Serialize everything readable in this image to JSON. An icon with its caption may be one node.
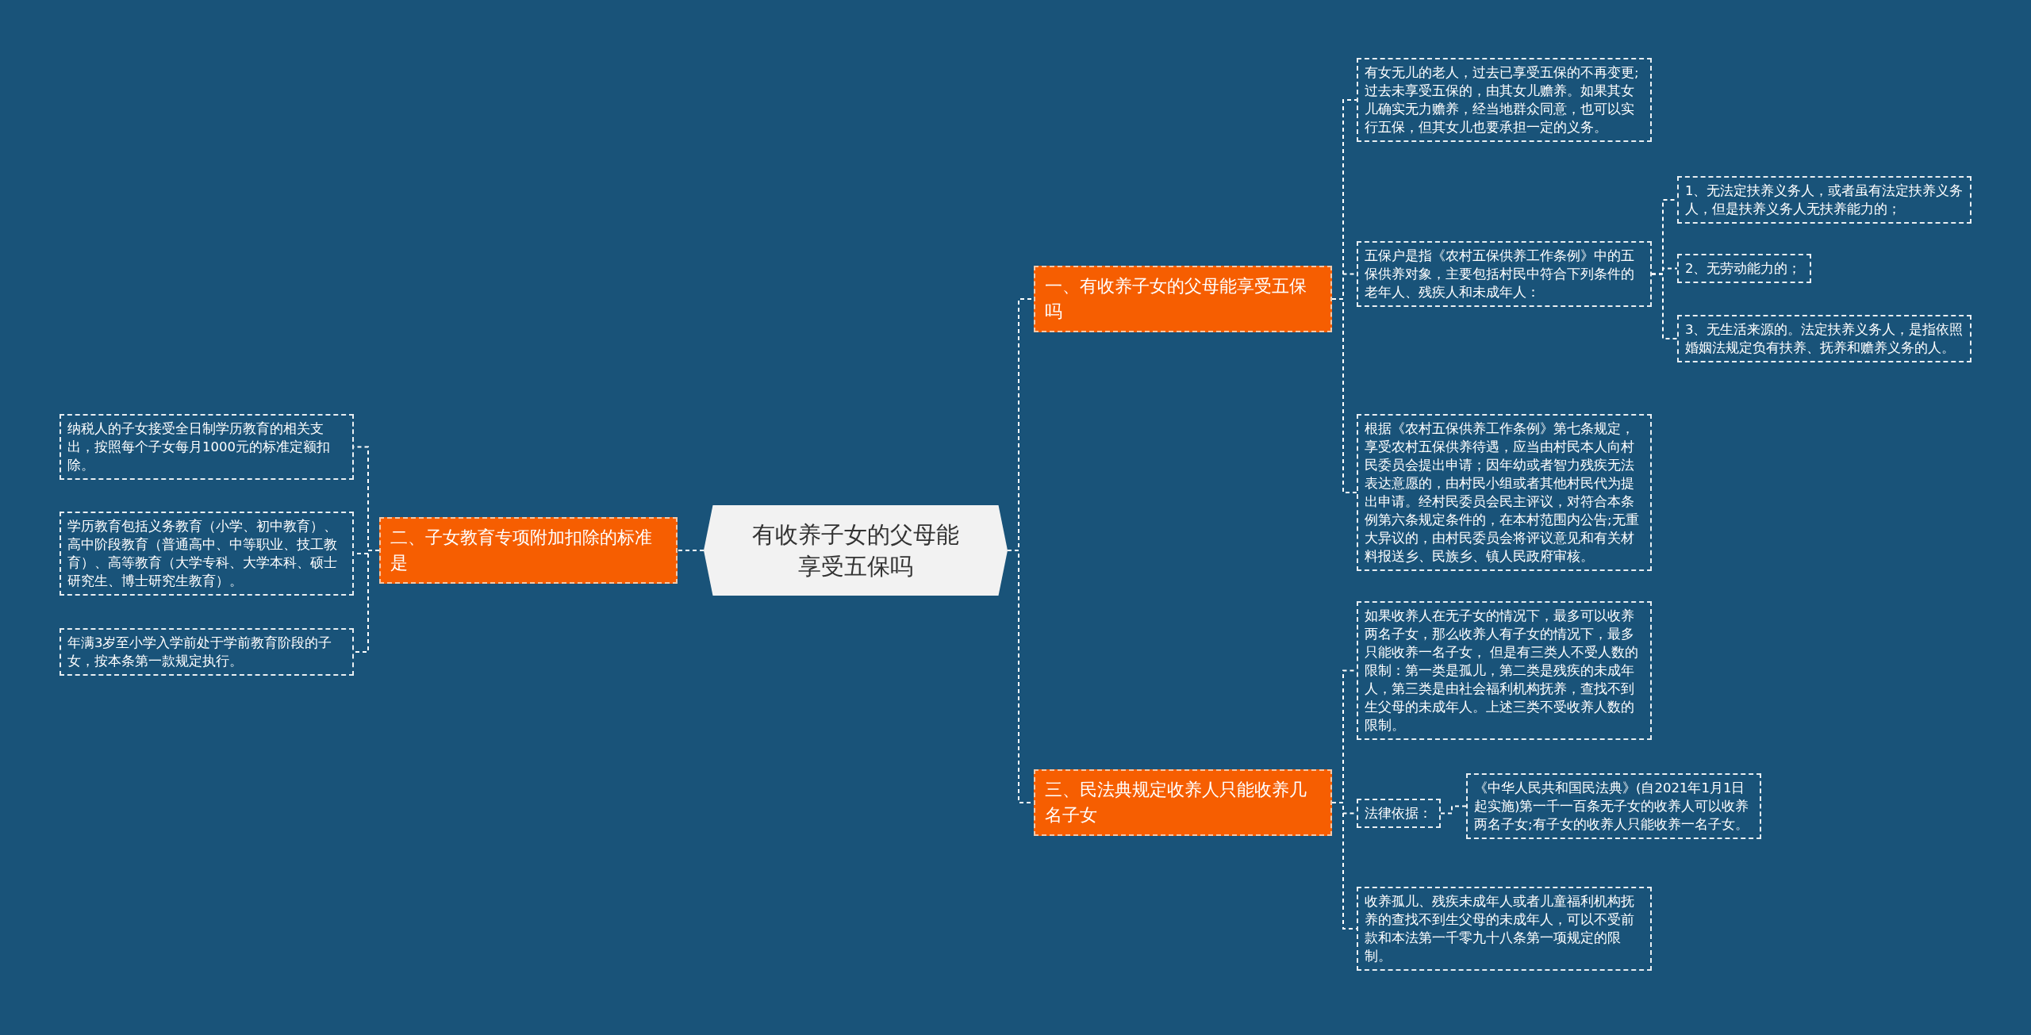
{
  "diagram": {
    "nodes": [
      {
        "text": [
          "有收养子女的父母能享受五保吗"
        ]
      },
      {
        "text": [
          "一、有收养子女的父母能享受五保吗"
        ]
      },
      {
        "text": [
          "二、子女教育专项附加扣除的标准是"
        ]
      },
      {
        "text": [
          "三、民法典规定收养人只能收养几名子女"
        ]
      },
      {
        "text": [
          "有女无儿的老人，过去已享受五保的不再变更;过去未享受五保的，由其女儿赡养。如果其女儿确实无力赡养，经当地群众同意，也可以实行五保，但其女儿也要承担一定的义务。"
        ]
      },
      {
        "text": [
          "五保户是指《农村五保供养工作条例》中的五保供养对象，主要包括村民中符合下列条件的老年人、残疾人和未成年人："
        ]
      },
      {
        "text": [
          "1、无法定扶养义务人，或者虽有法定扶养义务人，但是扶养义务人无扶养能力的；"
        ]
      },
      {
        "text": [
          "2、无劳动能力的；"
        ]
      },
      {
        "text": [
          "3、无生活来源的。法定扶养义务人，是指依照婚姻法规定负有扶养、抚养和赡养义务的人。"
        ]
      },
      {
        "text": [
          "根据《农村五保供养工作条例》第七条规定，享受农村五保供养待遇，应当由村民本人向村民委员会提出申请；因年幼或者智力残疾无法表达意愿的，由村民小组或者其他村民代为提出申请。经村民委员会民主评议，对符合本条例第六条规定条件的，在本村范围内公告;无重大异议的，由村民委员会将评议意见和有关材料报送乡、民族乡、镇人民政府审核。"
        ]
      },
      {
        "text": [
          "如果收养人在无子女的情况下，最多可以收养两名子女，那么收养人有子女的情况下，最多只能收养一名子女， 但是有三类人不受人数的限制：第一类是孤儿，第二类是残疾的未成年人，第三类是由社会福利机构抚养，查找不到生父母的未成年人。上述三类不受收养人数的限制。"
        ]
      },
      {
        "text": [
          "法律依据："
        ]
      },
      {
        "text": [
          "《中华人民共和国民法典》(自2021年1月1日起实施)第一千一百条无子女的收养人可以收养两名子女;有子女的收养人只能收养一名子女。"
        ]
      },
      {
        "text": [
          "收养孤儿、残疾未成年人或者儿童福利机构抚养的查找不到生父母的未成年人，可以不受前款和本法第一千零九十八条第一项规定的限制。"
        ]
      },
      {
        "text": [
          "纳税人的子女接受全日制学历教育的相关支出，按照每个子女每月1000元的标准定额扣除。"
        ]
      },
      {
        "text": [
          "学历教育包括义务教育（小学、初中教育）、高中阶段教育（普通高中、中等职业、技工教育）、高等教育（大学专科、大学本科、硕士研究生、博士研究生教育）。"
        ]
      },
      {
        "text": [
          "年满3岁至小学入学前处于学前教育阶段的子女，按本条第一款规定执行。"
        ]
      }
    ],
    "edges": [
      {
        "from": 0,
        "to": 1,
        "arrow": "none"
      },
      {
        "from": 0,
        "to": 2,
        "arrow": "none"
      },
      {
        "from": 0,
        "to": 3,
        "arrow": "none"
      },
      {
        "from": 1,
        "to": 4,
        "arrow": "none"
      },
      {
        "from": 1,
        "to": 5,
        "arrow": "none"
      },
      {
        "from": 1,
        "to": 9,
        "arrow": "none"
      },
      {
        "from": 5,
        "to": 6,
        "arrow": "none"
      },
      {
        "from": 5,
        "to": 7,
        "arrow": "none"
      },
      {
        "from": 5,
        "to": 8,
        "arrow": "none"
      },
      {
        "from": 3,
        "to": 10,
        "arrow": "none"
      },
      {
        "from": 3,
        "to": 11,
        "arrow": "none"
      },
      {
        "from": 3,
        "to": 13,
        "arrow": "none"
      },
      {
        "from": 11,
        "to": 12,
        "arrow": "none"
      },
      {
        "from": 2,
        "to": 14,
        "arrow": "none"
      },
      {
        "from": 2,
        "to": 15,
        "arrow": "none"
      },
      {
        "from": 2,
        "to": 16,
        "arrow": "none"
      }
    ]
  }
}
